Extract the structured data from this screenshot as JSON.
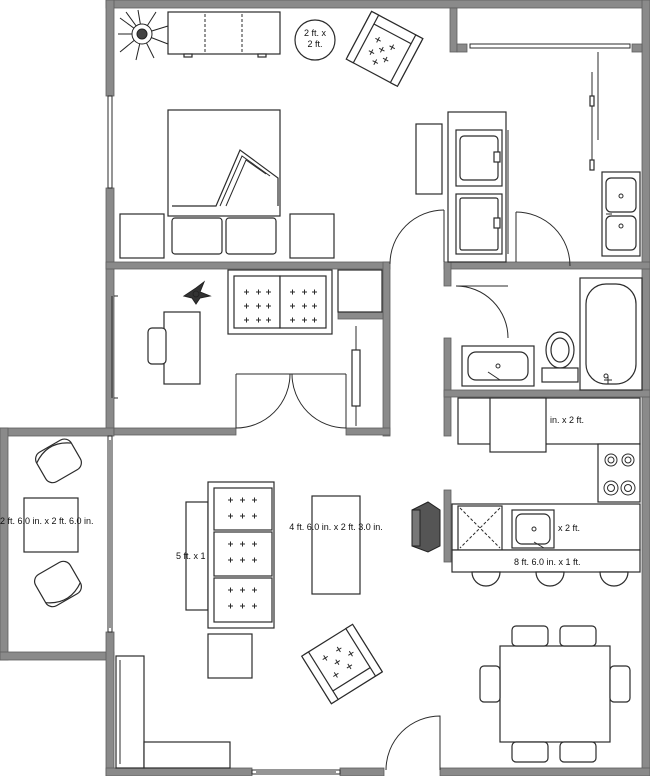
{
  "labels": {
    "side_table": "2 ft. x\n2 ft.",
    "balcony_table": "2 ft. 6.0 in. x 2 ft. 6.0 in.",
    "sofa": "5 ft. x 1",
    "coffee_table": "4 ft. 6.0 in. x 2 ft. 3.0 in.",
    "fridge": "in. x 2 ft.",
    "kitchen_sink": "x 2 ft.",
    "counter": "8 ft. 6.0 in. x 1 ft."
  }
}
